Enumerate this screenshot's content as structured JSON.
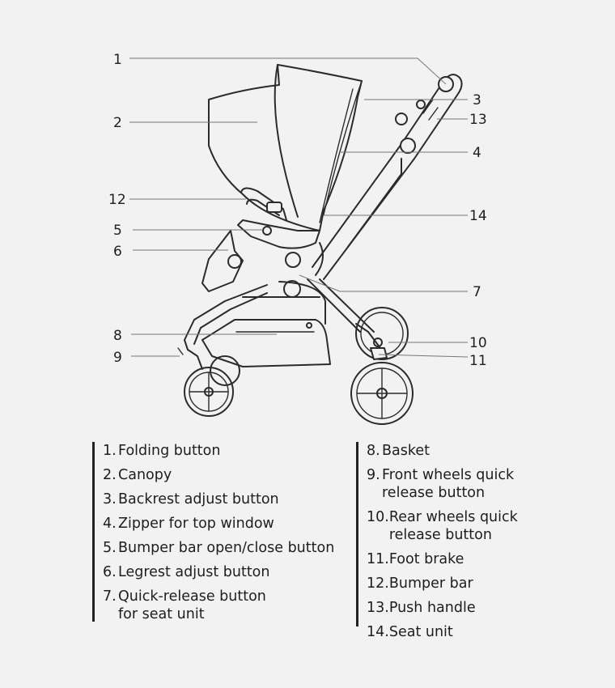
{
  "callouts": [
    "1",
    "2",
    "3",
    "4",
    "5",
    "6",
    "7",
    "8",
    "9",
    "10",
    "11",
    "12",
    "13",
    "14"
  ],
  "legend": {
    "left": [
      {
        "num": "1.",
        "text": "Folding button"
      },
      {
        "num": "2.",
        "text": "Canopy"
      },
      {
        "num": "3.",
        "text": "Backrest adjust button"
      },
      {
        "num": "4.",
        "text": "Zipper for top window"
      },
      {
        "num": "5.",
        "text": "Bumper bar open/close button"
      },
      {
        "num": "6.",
        "text": "Legrest adjust button"
      },
      {
        "num": "7.",
        "text": "Quick-release button\nfor seat unit"
      }
    ],
    "right": [
      {
        "num": "8.",
        "text": "Basket"
      },
      {
        "num": "9.",
        "text": "Front wheels quick\nrelease button"
      },
      {
        "num": "10.",
        "text": "Rear wheels quick\nrelease button"
      },
      {
        "num": "11.",
        "text": "Foot brake"
      },
      {
        "num": "12.",
        "text": "Bumper bar"
      },
      {
        "num": "13.",
        "text": "Push handle"
      },
      {
        "num": "14.",
        "text": "Seat unit"
      }
    ]
  },
  "colors": {
    "background": "#f2f2f2",
    "line": "#2b2b2b",
    "leader": "#777777",
    "text": "#1e1e1e"
  }
}
